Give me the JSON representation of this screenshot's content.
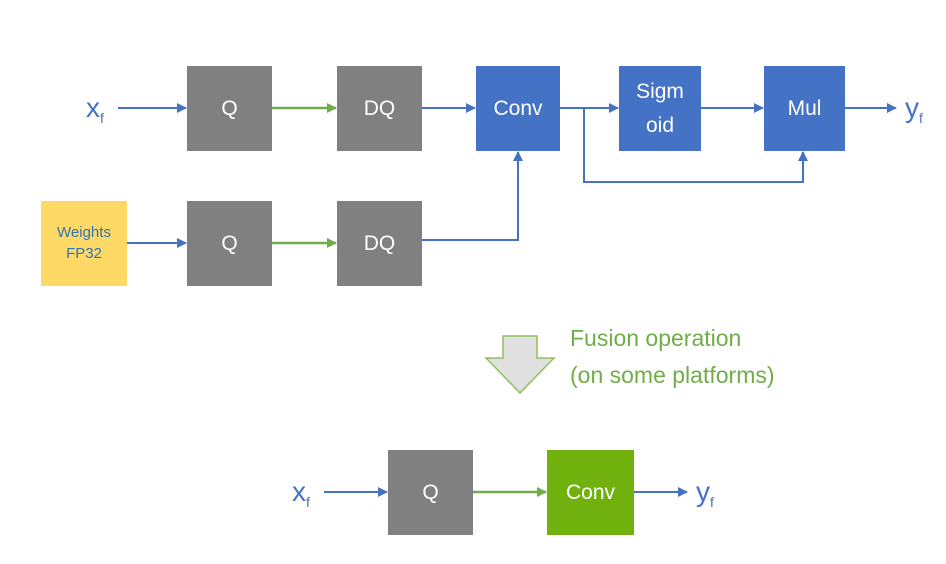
{
  "colors": {
    "quant_box": "#808080",
    "op_box": "#4472c4",
    "fused_box": "#70b10e",
    "weights_box": "#ffd966",
    "blue_arrow": "#4472c4",
    "green_arrow": "#70ad47",
    "down_arrow_fill": "#e0e0e0",
    "down_arrow_stroke": "#8fbf5a"
  },
  "top_graph": {
    "input": {
      "main": "x",
      "sub": "f"
    },
    "output": {
      "main": "y",
      "sub": "f"
    },
    "q1": "Q",
    "dq1": "DQ",
    "conv": "Conv",
    "sigmoid_line1": "Sigm",
    "sigmoid_line2": "oid",
    "mul": "Mul",
    "weights_line1": "Weights",
    "weights_line2": "FP32",
    "q2": "Q",
    "dq2": "DQ"
  },
  "fusion": {
    "line1": "Fusion operation",
    "line2": "(on some platforms)"
  },
  "bottom_graph": {
    "input": {
      "main": "x",
      "sub": "f"
    },
    "output": {
      "main": "y",
      "sub": "f"
    },
    "q": "Q",
    "conv": "Conv"
  }
}
